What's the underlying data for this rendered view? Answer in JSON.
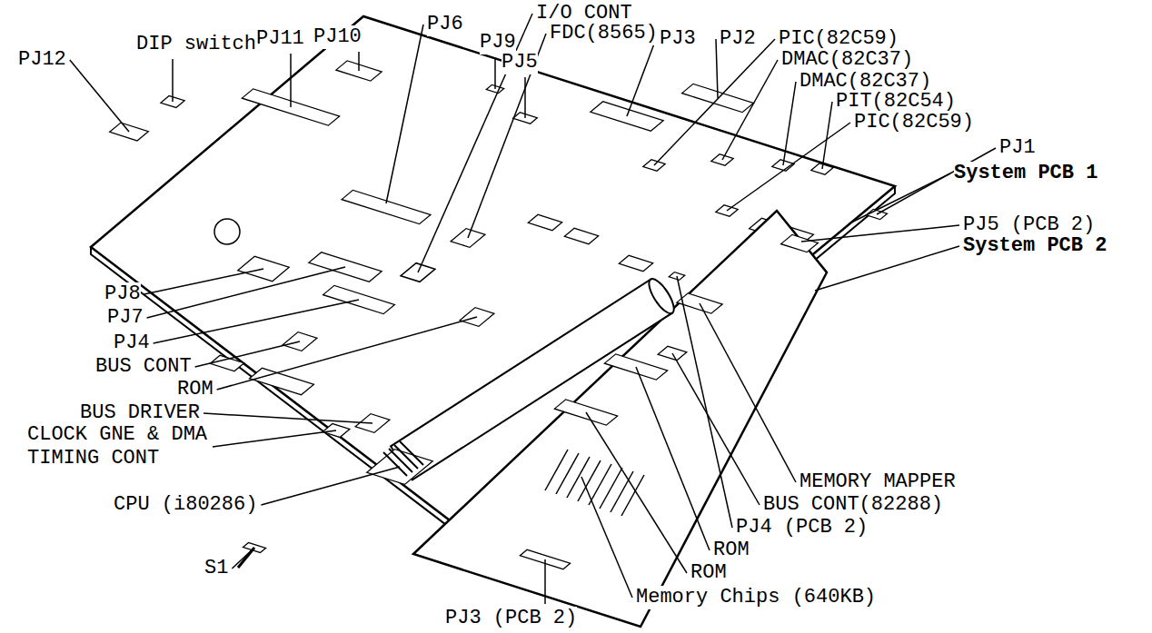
{
  "diagram": {
    "labels": [
      "I/O CONT",
      "FDC(8565)",
      "PJ12",
      "DIP switch",
      "PJ11",
      "PJ10",
      "PJ6",
      "PJ9",
      "PJ5",
      "PJ3",
      "PJ2",
      "PIC(82C59)",
      "DMAC(82C37)",
      "DMAC(82C37)",
      "PIT(82C54)",
      "PIC(82C59)",
      "PJ1",
      "System PCB 1",
      "PJ5 (PCB 2)",
      "System PCB 2",
      "MEMORY MAPPER",
      "BUS CONT(82288)",
      "PJ4 (PCB 2)",
      "ROM",
      "ROM",
      "Memory Chips (640KB)",
      "PJ3 (PCB 2)",
      "PJ8",
      "PJ7",
      "PJ4",
      "BUS CONT",
      "ROM",
      "BUS DRIVER",
      "CLOCK GNE & DMA TIMING CONT",
      "CPU (i80286)",
      "S1"
    ]
  }
}
